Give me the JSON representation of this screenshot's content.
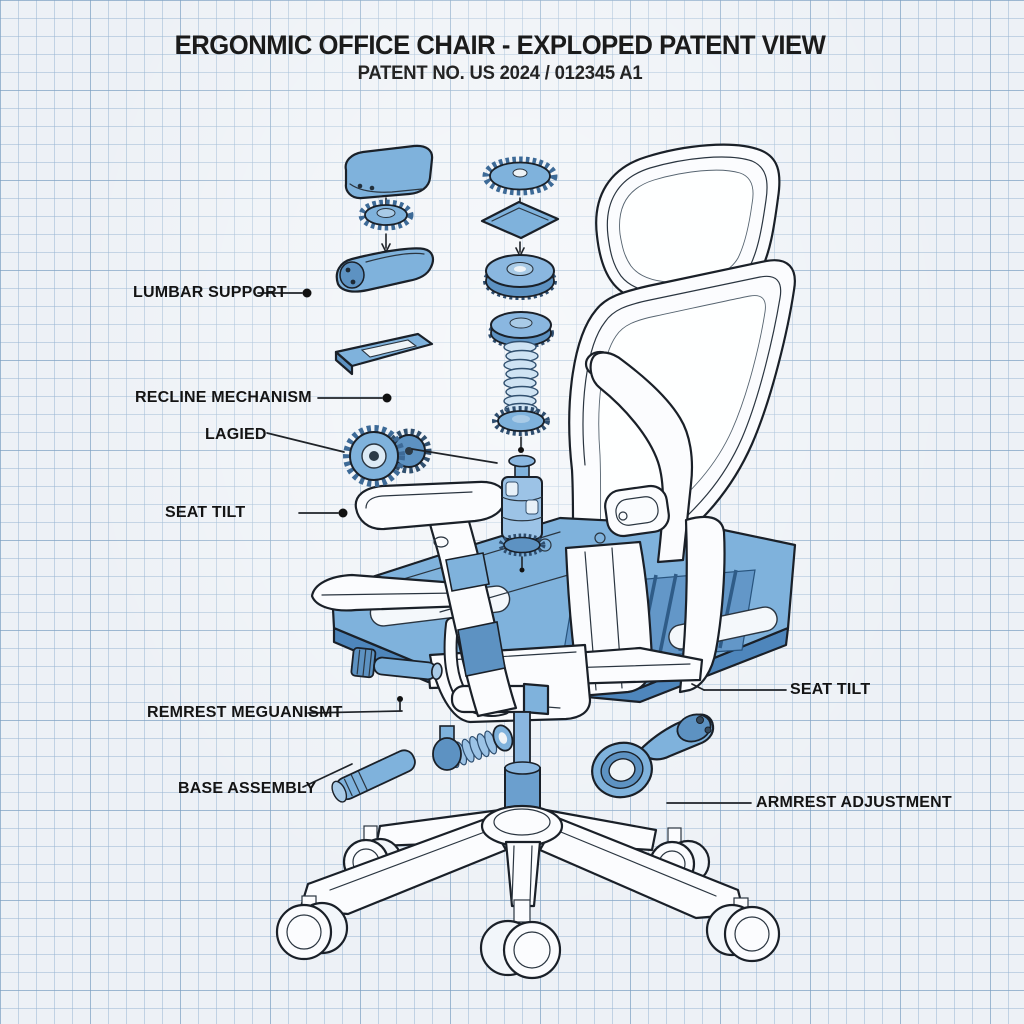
{
  "header": {
    "title": "ERGONMIC OFFICE CHAIR - EXPLOPED PATENT VIEW",
    "patent_no": "PATENT NO. US 2024 / 012345 A1"
  },
  "labels": {
    "lumbar_support": "LUMBAR SUPPORT",
    "recline_mechanism": "RECLINE MECHANISM",
    "lagied": "LAGIED",
    "seat_tilt_left": "SEAT TILT",
    "remrest_mechanism": "REMREST MEGUANISMT",
    "base_assembly": "BASE ASSEMBLY",
    "seat_tilt_right": "SEAT TILT",
    "armrest_adjustment": "ARMREST ADJUSTMENT"
  },
  "colors": {
    "paper": "#edf1f6",
    "grid_line": "#b9cede",
    "outline": "#1a2028",
    "part_blue": "#7fb2dc",
    "part_blue_dark": "#5d92c2",
    "part_blue_deep": "#4e86bc",
    "part_blue_light": "#a9cbe7",
    "white_part": "#fbfcfe",
    "label_text": "#141414"
  }
}
